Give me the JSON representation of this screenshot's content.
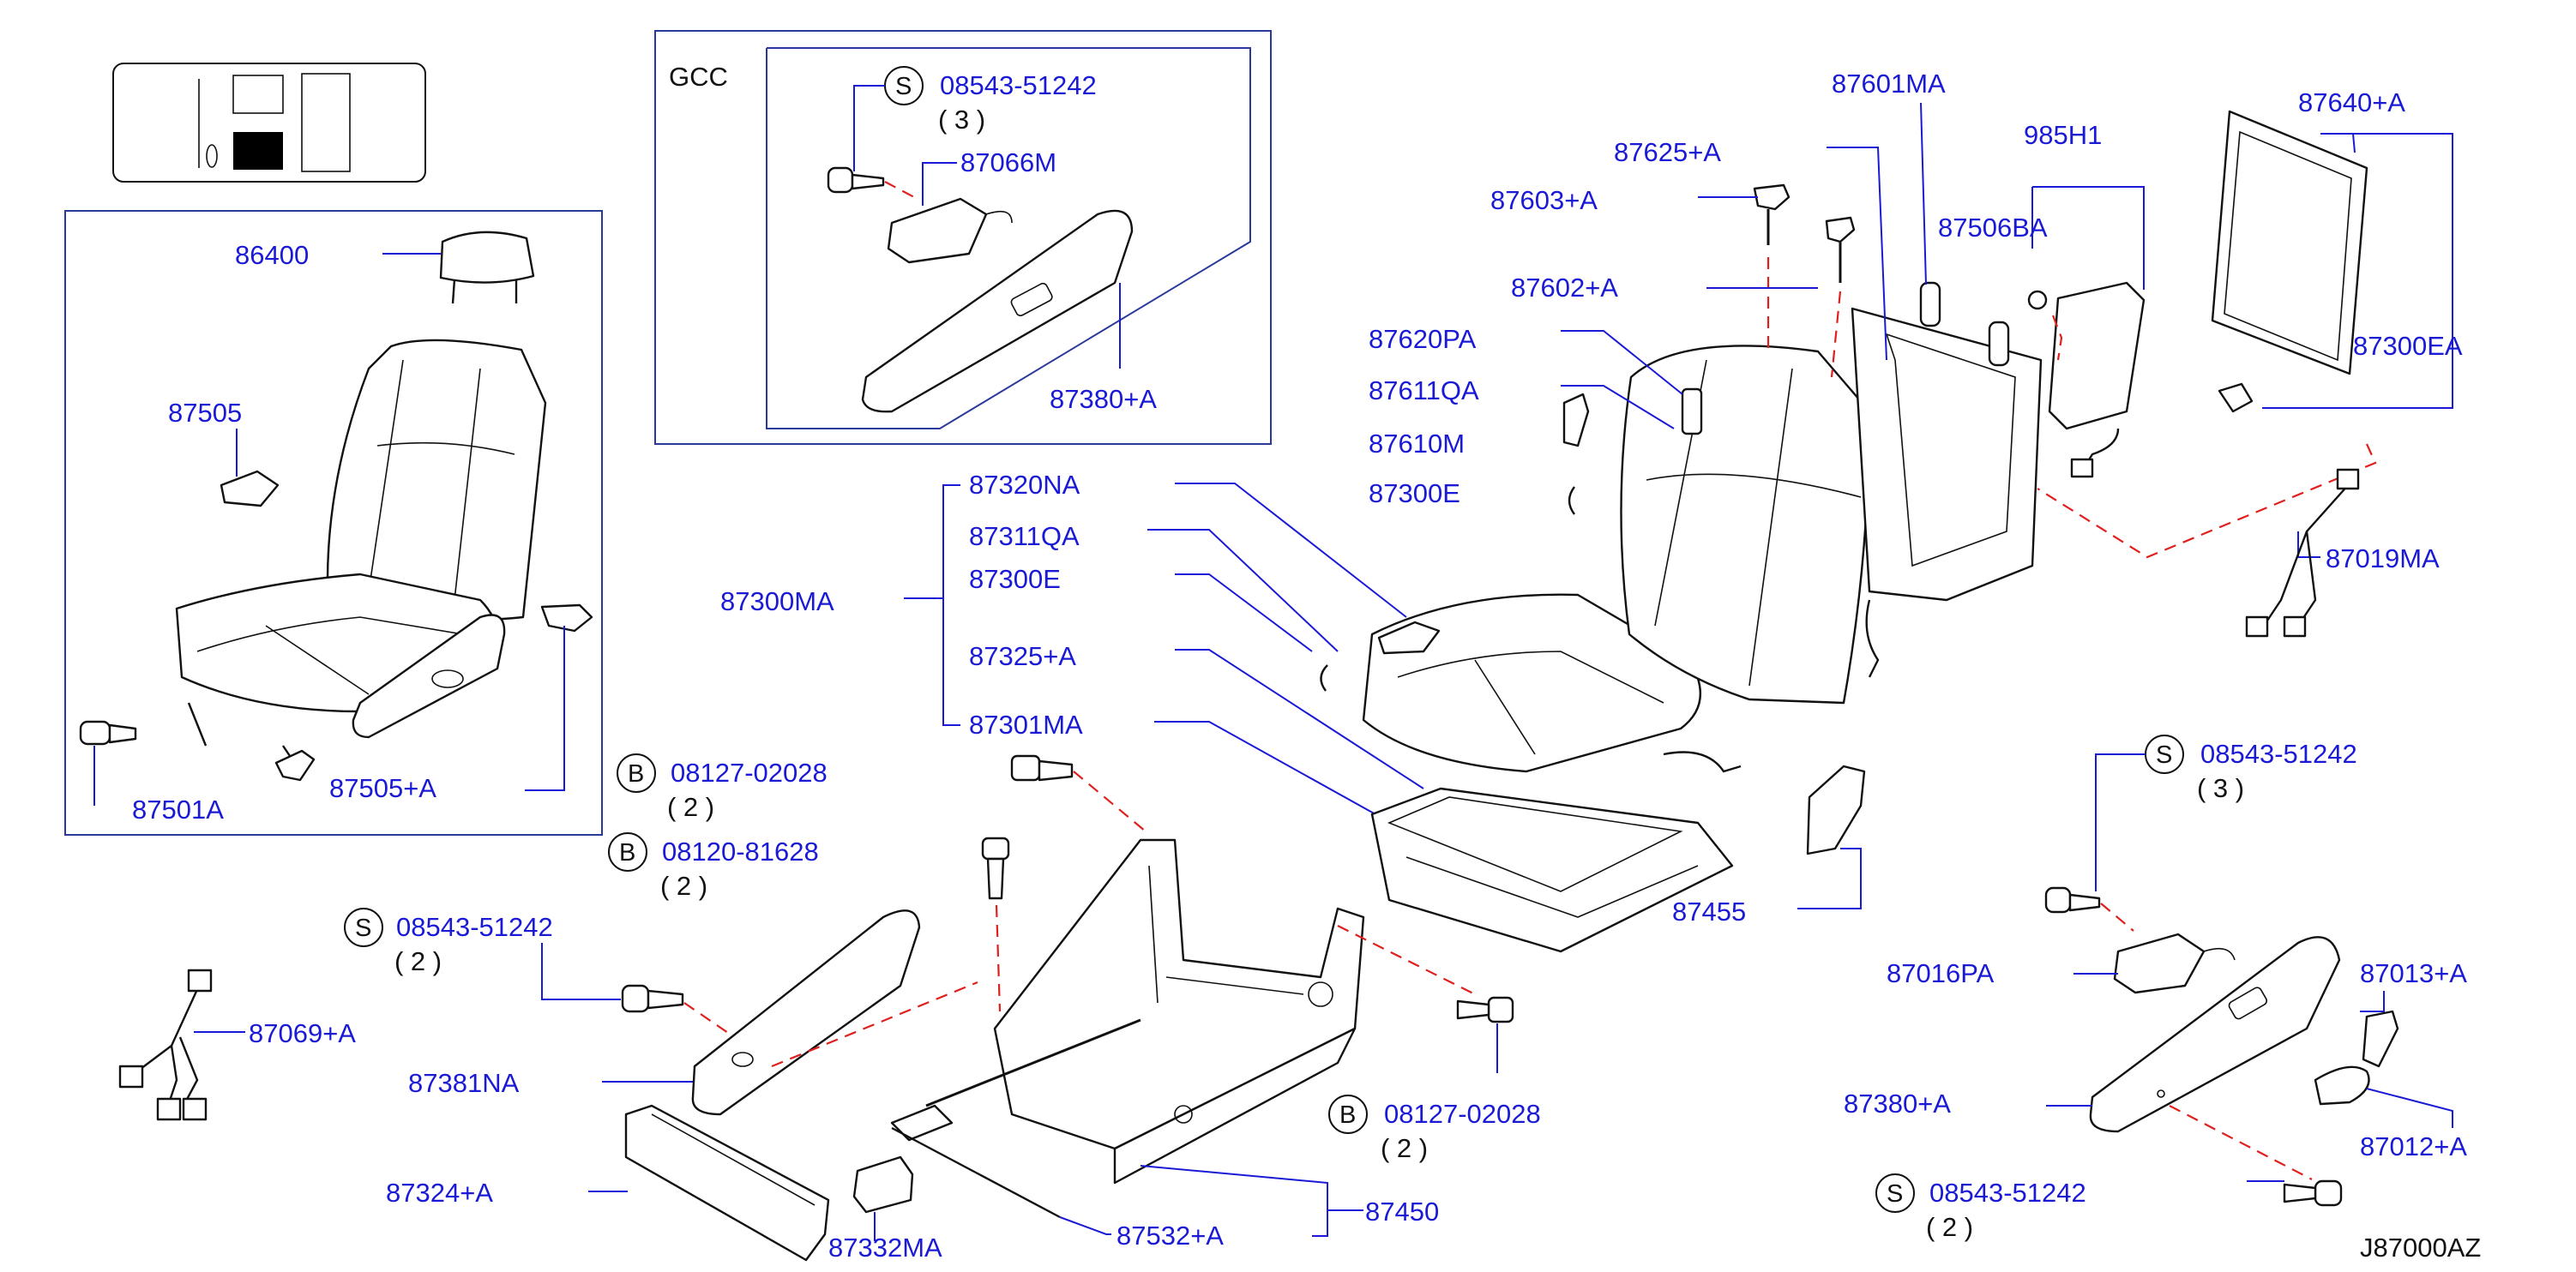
{
  "diagram_id": "J87000AZ",
  "gcc_label": "GCC",
  "parts": {
    "p86400": "86400",
    "p87505": "87505",
    "p87501A": "87501A",
    "p87505A": "87505+A",
    "gcc_screw": "08543-51242",
    "gcc_screw_qty": "( 3 )",
    "p87066M": "87066M",
    "p87380A_gcc": "87380+A",
    "p87320NA": "87320NA",
    "p87311QA": "87311QA",
    "p87300E_l": "87300E",
    "p87300MA": "87300MA",
    "p87325A": "87325+A",
    "p87301MA": "87301MA",
    "bolt1": "08127-02028",
    "bolt1_qty": "( 2 )",
    "bolt2": "08120-81628",
    "bolt2_qty": "( 2 )",
    "screw_left": "08543-51242",
    "screw_left_qty": "( 2 )",
    "p87069A": "87069+A",
    "p87381NA": "87381NA",
    "p87324A": "87324+A",
    "p87332MA": "87332MA",
    "p87532A": "87532+A",
    "p87450": "87450",
    "bolt3": "08127-02028",
    "bolt3_qty": "( 2 )",
    "p87620PA": "87620PA",
    "p87611QA": "87611QA",
    "p87610M": "87610M",
    "p87300E_r": "87300E",
    "p87625A": "87625+A",
    "p87603A": "87603+A",
    "p87602A": "87602+A",
    "p87601MA": "87601MA",
    "p985H1": "985H1",
    "p87506BA": "87506BA",
    "p87640A": "87640+A",
    "p87300EA": "87300EA",
    "p87019MA": "87019MA",
    "p87455": "87455",
    "screw_right": "08543-51242",
    "screw_right_qty": "( 3 )",
    "p87016PA": "87016PA",
    "p87013A": "87013+A",
    "p87380A_r": "87380+A",
    "p87012A": "87012+A",
    "screw_bottom": "08543-51242",
    "screw_bottom_qty": "( 2 )"
  },
  "symbols": {
    "screw": "S",
    "bolt": "B"
  }
}
